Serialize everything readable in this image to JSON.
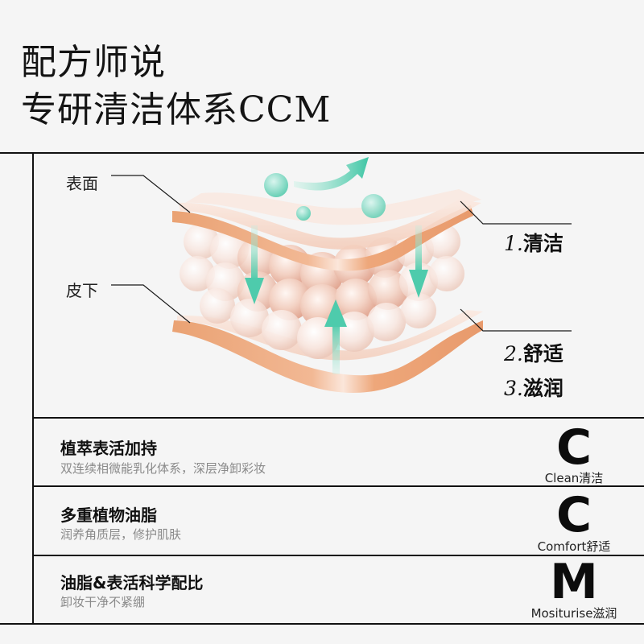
{
  "header": {
    "title_line1": "配方师说",
    "title_line2": "专研清洁体系CCM"
  },
  "diagram": {
    "left_labels": {
      "surface": "表面",
      "subcutaneous": "皮下"
    },
    "right_labels": [
      {
        "num": "1.",
        "text": "清洁"
      },
      {
        "num": "2.",
        "text": "舒适"
      },
      {
        "num": "3.",
        "text": "滋润"
      }
    ],
    "colors": {
      "skin_band": "#eea77a",
      "skin_band_light": "#f6d3bc",
      "bubble_core": "#eab7a3",
      "bubble_edge": "#f7e4dc",
      "arrow_teal": "#4ecbac",
      "arrow_teal_light": "#c9efe4"
    },
    "icons": [
      "arrow-up-right-icon",
      "arrow-down-icon",
      "arrow-up-icon",
      "droplet-bubble-icon"
    ]
  },
  "features": [
    {
      "title": "植萃表活加持",
      "desc": "双连续相微能乳化体系，深层净卸彩妆",
      "letter": "C",
      "letter_label": "Clean清洁"
    },
    {
      "title": "多重植物油脂",
      "desc": "润养角质层，修护肌肤",
      "letter": "C",
      "letter_label": "Comfort舒适"
    },
    {
      "title": "油脂&表活科学配比",
      "desc": "卸妆干净不紧绷",
      "letter": "M",
      "letter_label": "Mositurise滋润"
    }
  ]
}
